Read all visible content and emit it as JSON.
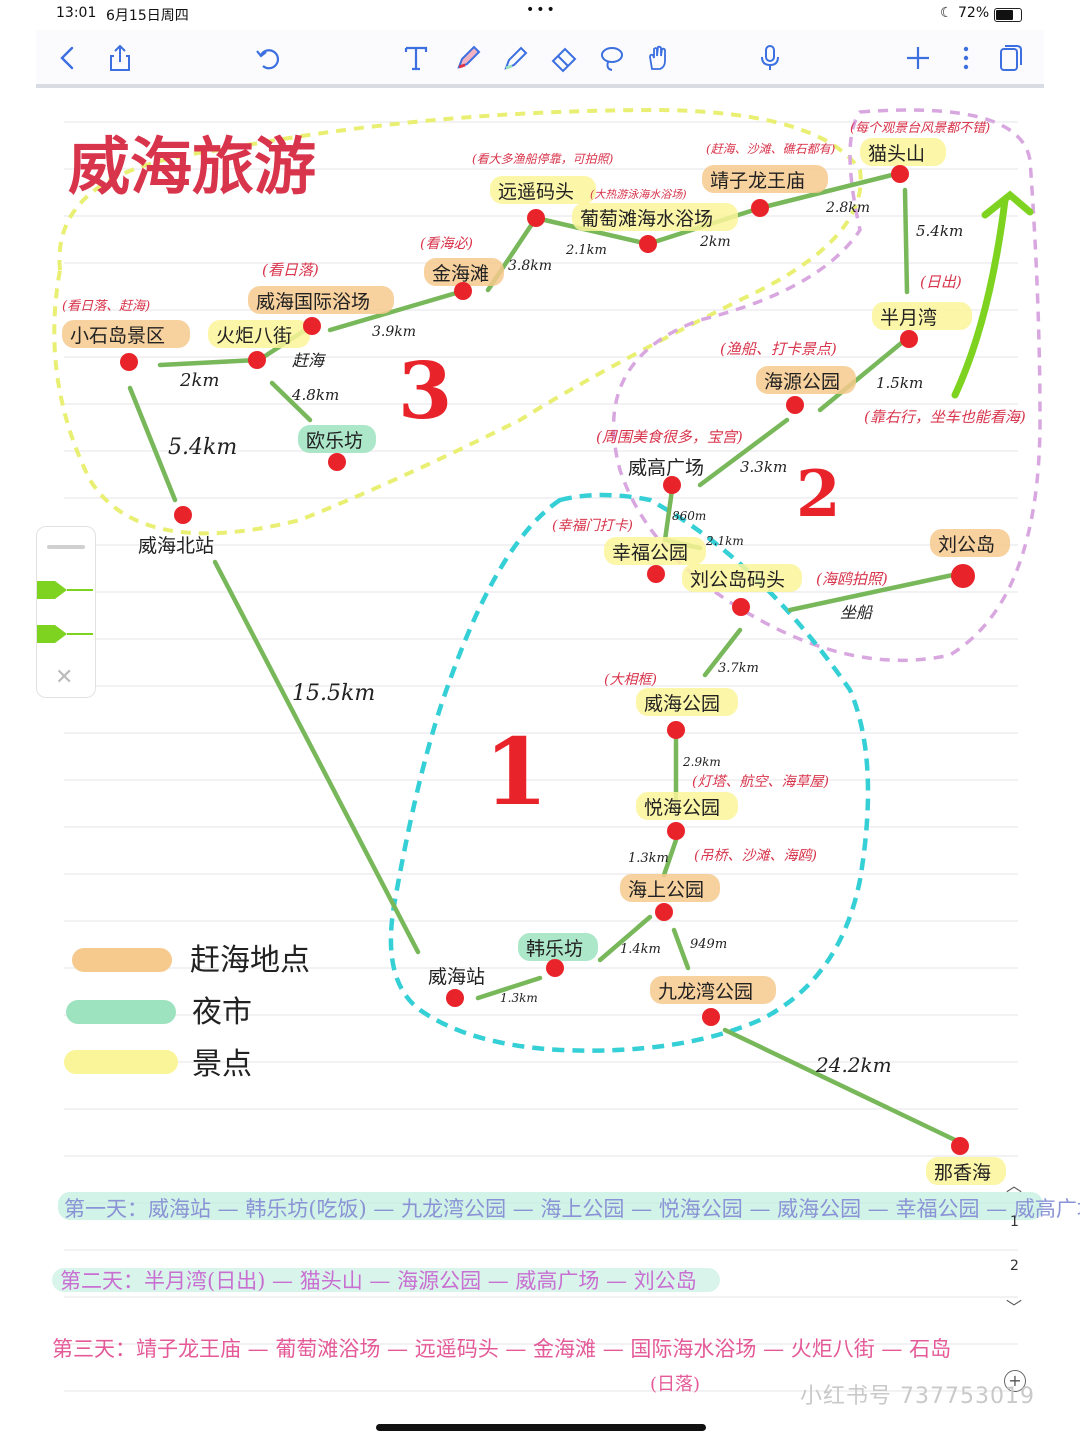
{
  "status_bar": {
    "time": "13:01",
    "date": "6月15日周四",
    "battery": "72%",
    "icons": [
      "moon-icon",
      "battery-icon"
    ]
  },
  "toolbar": {
    "items": [
      "back-icon",
      "share-icon",
      "undo-icon",
      "text-tool-icon",
      "pen-icon",
      "highlighter-icon",
      "eraser-icon",
      "lasso-icon",
      "hand-icon",
      "microphone-icon",
      "add-icon",
      "more-icon",
      "pages-icon"
    ]
  },
  "note": {
    "title": "威海旅游",
    "region_numbers": [
      "1",
      "2",
      "3"
    ],
    "places": {
      "maotoushan": "猫头山",
      "jingzi": "靖子龙王庙",
      "putaotan": "葡萄滩海水浴场",
      "yuanyao": "远遥码头",
      "jinhaitan": "金海滩",
      "guoji": "威海国际浴场",
      "huoju": "火炬八街",
      "xiaoshidao": "小石岛景区",
      "oulefang": "欧乐坊",
      "weihaibei": "威海北站",
      "banyuewan": "半月湾",
      "haiyuan": "海源公园",
      "weigao": "威高广场",
      "xingfu": "幸福公园",
      "liugongdao": "刘公岛",
      "ligongdao_matou": "刘公岛码头",
      "weihai_park": "威海公园",
      "yuehai": "悦海公园",
      "haishang": "海上公园",
      "hanlefang": "韩乐坊",
      "weihaizhan": "威海站",
      "jiulongwan": "九龙湾公园",
      "naxianghai": "那香海"
    },
    "distances": {
      "d_mao_jing": "2.8km",
      "d_jing_pu": "2km",
      "d_pu_yuan": "2.1km",
      "d_yuan_jin": "3.8km",
      "d_jin_guoji": "3.9km",
      "d_huoju_xiao": "2km",
      "d_huoju_ou": "4.8km",
      "d_xiao_bei": "5.4km",
      "d_bei_zhan": "15.5km",
      "d_mao_ban": "5.4km",
      "d_ban_hai": "1.5km",
      "d_hai_wei": "3.3km",
      "d_wei_xing": "860m",
      "d_xing_ma": "2.1km",
      "d_ma_wh": "3.7km",
      "d_wh_yue": "2.9km",
      "d_yue_hs": "1.3km",
      "d_hs_han": "1.4km",
      "d_hs_jiu": "949m",
      "d_zhan_han": "1.3km",
      "d_jiu_na": "24.2km"
    },
    "notes": {
      "mao": "(每个观景台风景都不错)",
      "jing": "(赶海、沙滩、礁石都有)",
      "yuan": "(看大多渔船停靠，可拍照)",
      "pu": "(大热游泳海水浴场)",
      "jin": "(看海必)",
      "guoji": "(看日落)",
      "xiao": "(看日落、赶海)",
      "huoju": "赶海",
      "ban": "(日出)",
      "hai": "(渔船、打卡景点)",
      "ban_right": "(靠右行，坐车也能看海)",
      "weigao": "(周围美食很多，宝宫)",
      "xing": "(幸福门打卡)",
      "liu": "(海鸥拍照)",
      "liu2": "坐船",
      "weihai_park": "(大相框)",
      "yue": "(灯塔、航空、海草屋)",
      "hs": "(吊桥、沙滩、海鸥)"
    },
    "legend": [
      {
        "label": "赶海地点",
        "color": "#f6c98d"
      },
      {
        "label": "夜市",
        "color": "#9ee3bf"
      },
      {
        "label": "景点",
        "color": "#fbf59a"
      }
    ],
    "days": [
      "第一天：威海站 — 韩乐坊(吃饭) — 九龙湾公园 — 海上公园 — 悦海公园 — 威海公园 — 幸福公园 — 威高广场",
      "第二天：半月湾(日出) — 猫头山 — 海源公园 — 威高广场 — 刘公岛",
      "第三天：靖子龙王庙 — 葡萄滩浴场 — 远遥码头 — 金海滩 — 国际海水浴场 — 火炬八街 — 石岛"
    ],
    "day3_sub": "(日落)"
  },
  "page_indicator": {
    "current": "1",
    "total": "2"
  },
  "watermark": "小红书号 737753019",
  "colors": {
    "route": "#78b85a",
    "dot": "#e8232a",
    "region1": "#35cfd6",
    "region2": "#d9a7e0",
    "region3": "#e9ef72",
    "title": "#d8344b"
  }
}
